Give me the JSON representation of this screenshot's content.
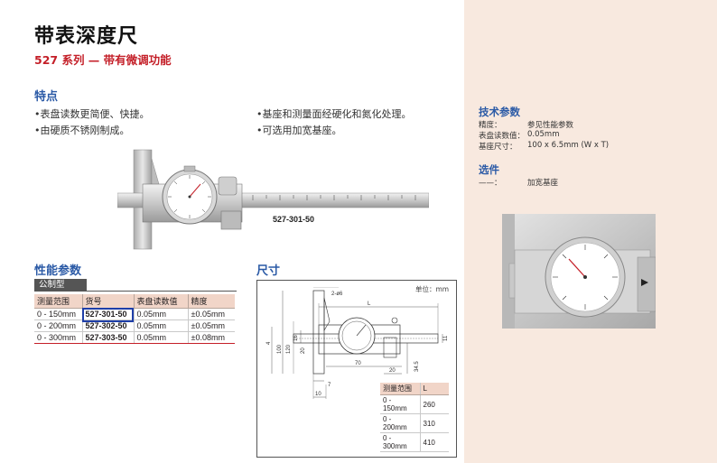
{
  "header": {
    "title": "带表深度尺",
    "subtitle": "527 系列 — 带有微调功能"
  },
  "features": {
    "heading": "特点",
    "items": [
      "•表盘读数更简便、快捷。",
      "•由硬质不锈刚制成。",
      "•基座和测量面经硬化和氮化处理。",
      "•可选用加宽基座。"
    ]
  },
  "product_photo": {
    "model_label": "527-301-50"
  },
  "performance": {
    "heading": "性能参数",
    "tab_label": "公制型",
    "columns": [
      "测量范围",
      "货号",
      "表盘读数值",
      "精度"
    ],
    "rows": [
      [
        "0 - 150mm",
        "527-301-50",
        "0.05mm",
        "±0.05mm"
      ],
      [
        "0 - 200mm",
        "527-302-50",
        "0.05mm",
        "±0.05mm"
      ],
      [
        "0 - 300mm",
        "527-303-50",
        "0.05mm",
        "±0.08mm"
      ]
    ],
    "highlight_color": "#1f3fa8"
  },
  "dimensions": {
    "heading": "尺寸",
    "unit_label": "单位：mm",
    "labels": {
      "dia": "2-ø6",
      "L": "L",
      "d4": "4",
      "d16": "16",
      "d100": "100",
      "d120": "120",
      "d20a": "20",
      "d70": "70",
      "d20b": "20",
      "d34_5": "34.5",
      "d11": "11",
      "d7": "7",
      "d10": "10"
    },
    "range_table": {
      "columns": [
        "测量范围",
        "L"
      ],
      "rows": [
        [
          "0 - 150mm",
          "260"
        ],
        [
          "0 - 200mm",
          "310"
        ],
        [
          "0 - 300mm",
          "410"
        ]
      ]
    }
  },
  "tech_specs": {
    "heading": "技术参数",
    "items": [
      {
        "label": "精度：",
        "value": "参见性能参数"
      },
      {
        "label": "表盘读数值：",
        "value": "0.05mm"
      },
      {
        "label": "基座尺寸：",
        "value": "100 x 6.5mm (W x T)"
      }
    ]
  },
  "options": {
    "heading": "选件",
    "items": [
      {
        "label": "——：",
        "value": "加宽基座"
      }
    ]
  },
  "colors": {
    "accent_red": "#c41f28",
    "heading_blue": "#2b5aa6",
    "panel_bg": "#f8e9df",
    "table_header_bg": "#f1d5c8"
  }
}
